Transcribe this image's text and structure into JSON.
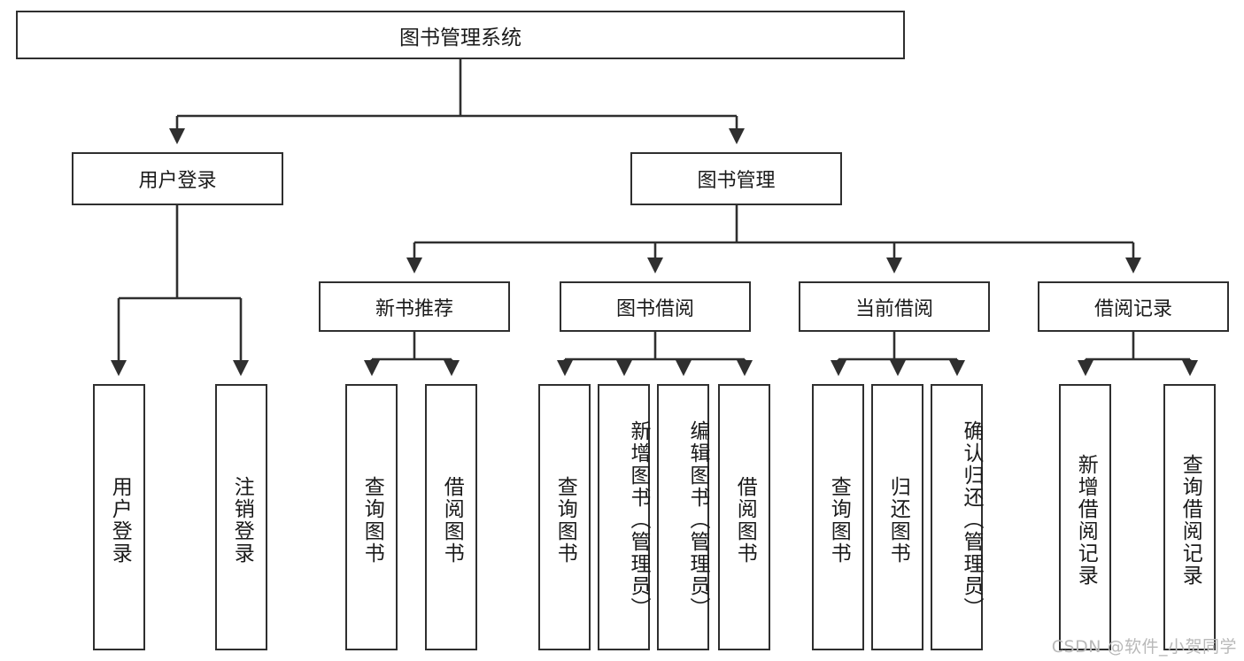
{
  "diagram": {
    "title": "图书管理系统",
    "background_color": "#ffffff",
    "line_color": "#2f2f2f",
    "box_fill": "#ffffff",
    "root": {
      "label": "图书管理系统"
    },
    "level2": [
      {
        "label": "用户登录"
      },
      {
        "label": "图书管理"
      }
    ],
    "level3": [
      {
        "label": "新书推荐"
      },
      {
        "label": "图书借阅"
      },
      {
        "label": "当前借阅"
      },
      {
        "label": "借阅记录"
      }
    ],
    "leaves": {
      "user_login": [
        {
          "label": "用户登录"
        },
        {
          "label": "注销登录"
        }
      ],
      "new_book_recommend": [
        {
          "label": "查询图书"
        },
        {
          "label": "借阅图书"
        }
      ],
      "book_borrow": [
        {
          "label": "查询图书"
        },
        {
          "label": "新增图书（管理员）"
        },
        {
          "label": "编辑图书（管理员）"
        },
        {
          "label": "借阅图书"
        }
      ],
      "current_borrow": [
        {
          "label": "查询图书"
        },
        {
          "label": "归还图书"
        },
        {
          "label": "确认归还（管理员）"
        }
      ],
      "borrow_record": [
        {
          "label": "新增借阅记录"
        },
        {
          "label": "查询借阅记录"
        }
      ]
    }
  },
  "watermark": {
    "text": "CSDN @软件_小贺同学"
  }
}
